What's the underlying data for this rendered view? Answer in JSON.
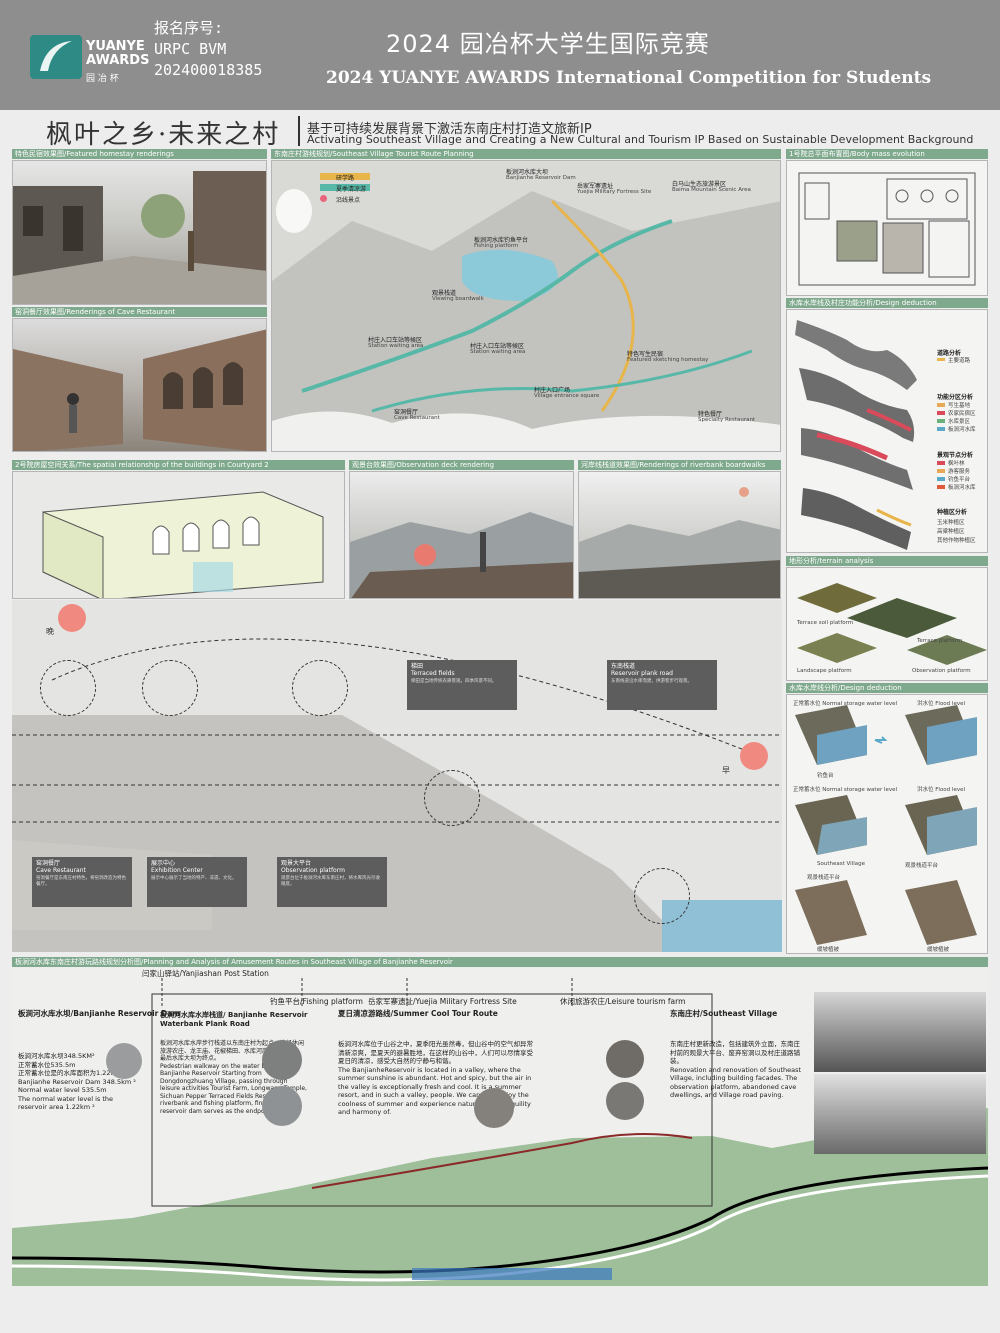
{
  "header": {
    "logo_brand_line1": "YUANYE",
    "logo_brand_line2": "AWARDS",
    "logo_cn": "园 冶 杯",
    "reg_label": "报名序号:",
    "reg_code": "URPC BVM",
    "reg_number": "202400018385",
    "title_cn": "2024 园冶杯大学生国际竞赛",
    "title_en": "2024 YUANYE AWARDS International Competition for  Students"
  },
  "project": {
    "title_cn": "枫叶之乡·未来之村",
    "subtitle_cn": "基于可持续发展背景下激活东南庄村打造文旅新IP",
    "subtitle_en": "Activating Southeast Village and Creating a New Cultural and Tourism IP Based on Sustainable Development Background"
  },
  "sections": {
    "homestay": "特色民宿效果图/Featured homestay renderings",
    "tourist_route": "东南庄村游线规划/Southeast Village Tourist Route Planning",
    "body_mass": "1号院总平面布置图/Body mass evolution",
    "cave": "窑洞餐厅效果图/Renderings of Cave Restaurant",
    "design_deduction": "水库水岸线及村庄功能分析/Design deduction",
    "courtyard": "2号院房屋空间关系/The spatial relationship of the buildings in Courtyard 2",
    "observation": "观景台效果图/Observation deck rendering",
    "riverbank": "河岸线栈道效果图/Renderings of riverbank boardwalks",
    "terrain": "地形分析/terrain analysis",
    "waterline": "水库水岸线分析/Design deduction",
    "amusement": "板涧河水库东南庄村游玩路线规划分析图/Planning and Analysis of Amusement Routes in Southeast Village of Banjianhe Reservoir"
  },
  "map_labels": {
    "legend": [
      "研学路",
      "夏季清凉游",
      "沿线景点"
    ],
    "dam_cn": "板涧河水库大坝",
    "dam_en": "Banjianhe Reservoir Dam",
    "fortress_cn": "岳家军寨遗址",
    "fortress_en": "Yuejia Military Fortress Site",
    "baima_cn": "白马山生态旅游景区",
    "baima_en": "Baima Mountain Scenic Area",
    "fishing_cn": "板涧河水库钓鱼平台",
    "fishing_en": "Fishing platform",
    "boardwalk_cn": "观景栈道",
    "boardwalk_en": "Viewing boardwalk",
    "station1_cn": "村庄入口车站等候区",
    "station1_en": "Station waiting area",
    "station2_cn": "村庄入口车站等候区",
    "station2_en": "Station waiting area",
    "sketch_cn": "特色写生民宿",
    "sketch_en": "Featured sketching homestay",
    "square_cn": "村庄入口广场",
    "square_en": "Village entrance square",
    "cave_cn": "窑洞餐厅",
    "cave_en": "Cave Restaurant",
    "special_cn": "特色餐厅",
    "special_en": "Specialty Restaurant"
  },
  "function_legend": {
    "road": "道路分析",
    "road_item": "主要道路",
    "func": "功能分区分析",
    "func_items": [
      "写生基地",
      "农家民宿区",
      "水库景区",
      "板涧河水库"
    ],
    "node": "景观节点分析",
    "node_items": [
      "枫叶林",
      "游客服务",
      "钓鱼平台",
      "板涧河水库"
    ],
    "plant": "种植区分析",
    "plant_items": [
      "玉米种植区",
      "高粱种植区",
      "其他作物种植区"
    ]
  },
  "terrain_labels": [
    "Terrace soil platform",
    "Terrace platform",
    "Landscape platform",
    "Observation platform"
  ],
  "water_labels": {
    "normal": "正常蓄水位 Normal storage water level",
    "flood": "洪水位 Flood level",
    "normal2": "正常蓄水位 Normal storage water level",
    "flood2": "洪水位 Flood level",
    "fishing": "钓鱼台",
    "village": "Southeast Village",
    "deck": "观景栈道平台",
    "deck2": "观景栈道平台",
    "slope": "缓坡植被",
    "slope2": "缓坡植被"
  },
  "section": {
    "evening": "晚",
    "morning": "早",
    "cards": [
      {
        "cn": "窑洞餐厅",
        "en": "Cave Restaurant",
        "d": "窑洞餐厅是东南庄村特色，将窑洞改造为特色餐厅。"
      },
      {
        "cn": "展示中心",
        "en": "Exhibition Center",
        "d": "展示中心展示了当地的特产、非遗、文化。"
      },
      {
        "cn": "观景大平台",
        "en": "Observation platform",
        "d": "观景台位于板涧河水库东南庄村，将水库风光尽收眼底。"
      },
      {
        "cn": "梯田",
        "en": "Terraced fields",
        "d": "梯田是当地传统农耕景观，四季风景不同。"
      },
      {
        "cn": "东南栈道",
        "en": "Reservoir plank road",
        "d": "东南栈道沿水库而建，供游客步行观景。"
      }
    ]
  },
  "routes": {
    "posts": [
      {
        "cn": "闫家山驿站",
        "en": "Yanjiashan Post Station"
      },
      {
        "cn": "钓鱼平台",
        "en": "Fishing platform"
      },
      {
        "cn": "岳家军寨遗址",
        "en": "Yuejia Military Fortress Site"
      },
      {
        "cn": "休闲旅游农庄",
        "en": "Leisure tourism farm"
      }
    ],
    "dam_title": "板涧河水库水坝/Banjianhe Reservoir Dam",
    "dam_text": "板涧河水库水坝348.5KM²\n正常蓄水位535.5m\n正常蓄水位是的水库面积为1.22km²\nBanjianhe Reservoir Dam 348.5km ²\nNormal water level 535.5m\nThe normal water level is the reservoir area 1.22km ²",
    "plank_title": "板涧河水库水岸栈道/ Banjianhe Reservoir Waterbank Plank Road",
    "plank_text": "板涧河水库水岸步行栈道以东南庄村为起点，途径休闲旅游农庄、龙王庙、花椒梯田、水库河岸和钓鱼平台，最后水库大坝为终点。\nPedestrian walkway on the water bank of Banjianhe Reservoir Starting from Dongdongzhuang Village, passing through leisure activities Tourist Farm, Longwang Temple, Sichuan Pepper Terraced Fields Reservoir riverbank and fishing platform, final water. The reservoir dam serves as the endpoint.",
    "summer_title": "夏日清凉游路线/Summer Cool Tour Route",
    "summer_text": "板涧河水库位于山谷之中，夏季阳光虽然毒，但山谷中的空气却异常清新凉爽，是夏天的避暑胜地，在这样的山谷中，人们可以尽情享受夏日的清凉，感受大自然的宁静与和谐。\nThe BanjianheReservoir is located in a valley, where the summer sunshine is abundant. Hot and spicy, but the air in the valley is exceptionally fresh and cool. It is a summer resort, and in such a valley, people. We can fully enjoy the coolness of summer and experience nature. The tranquility and harmony of.",
    "village_title": "东南庄村/Southeast Village",
    "village_text": "东南庄村更新改造，包括建筑外立面，东南庄村前的观景大平台、废弃窑洞以及村庄道路铺装。\nRenovation and renovation of Southeast Village, including building facades. The observation platform, abandoned cave dwellings, and Village road paving."
  },
  "colors": {
    "section_bar": "#7fa98d",
    "header_bg": "#8e8e8e",
    "logo": "#2d8a84",
    "sun": "#f08a80",
    "water": "#5aa9c8"
  }
}
